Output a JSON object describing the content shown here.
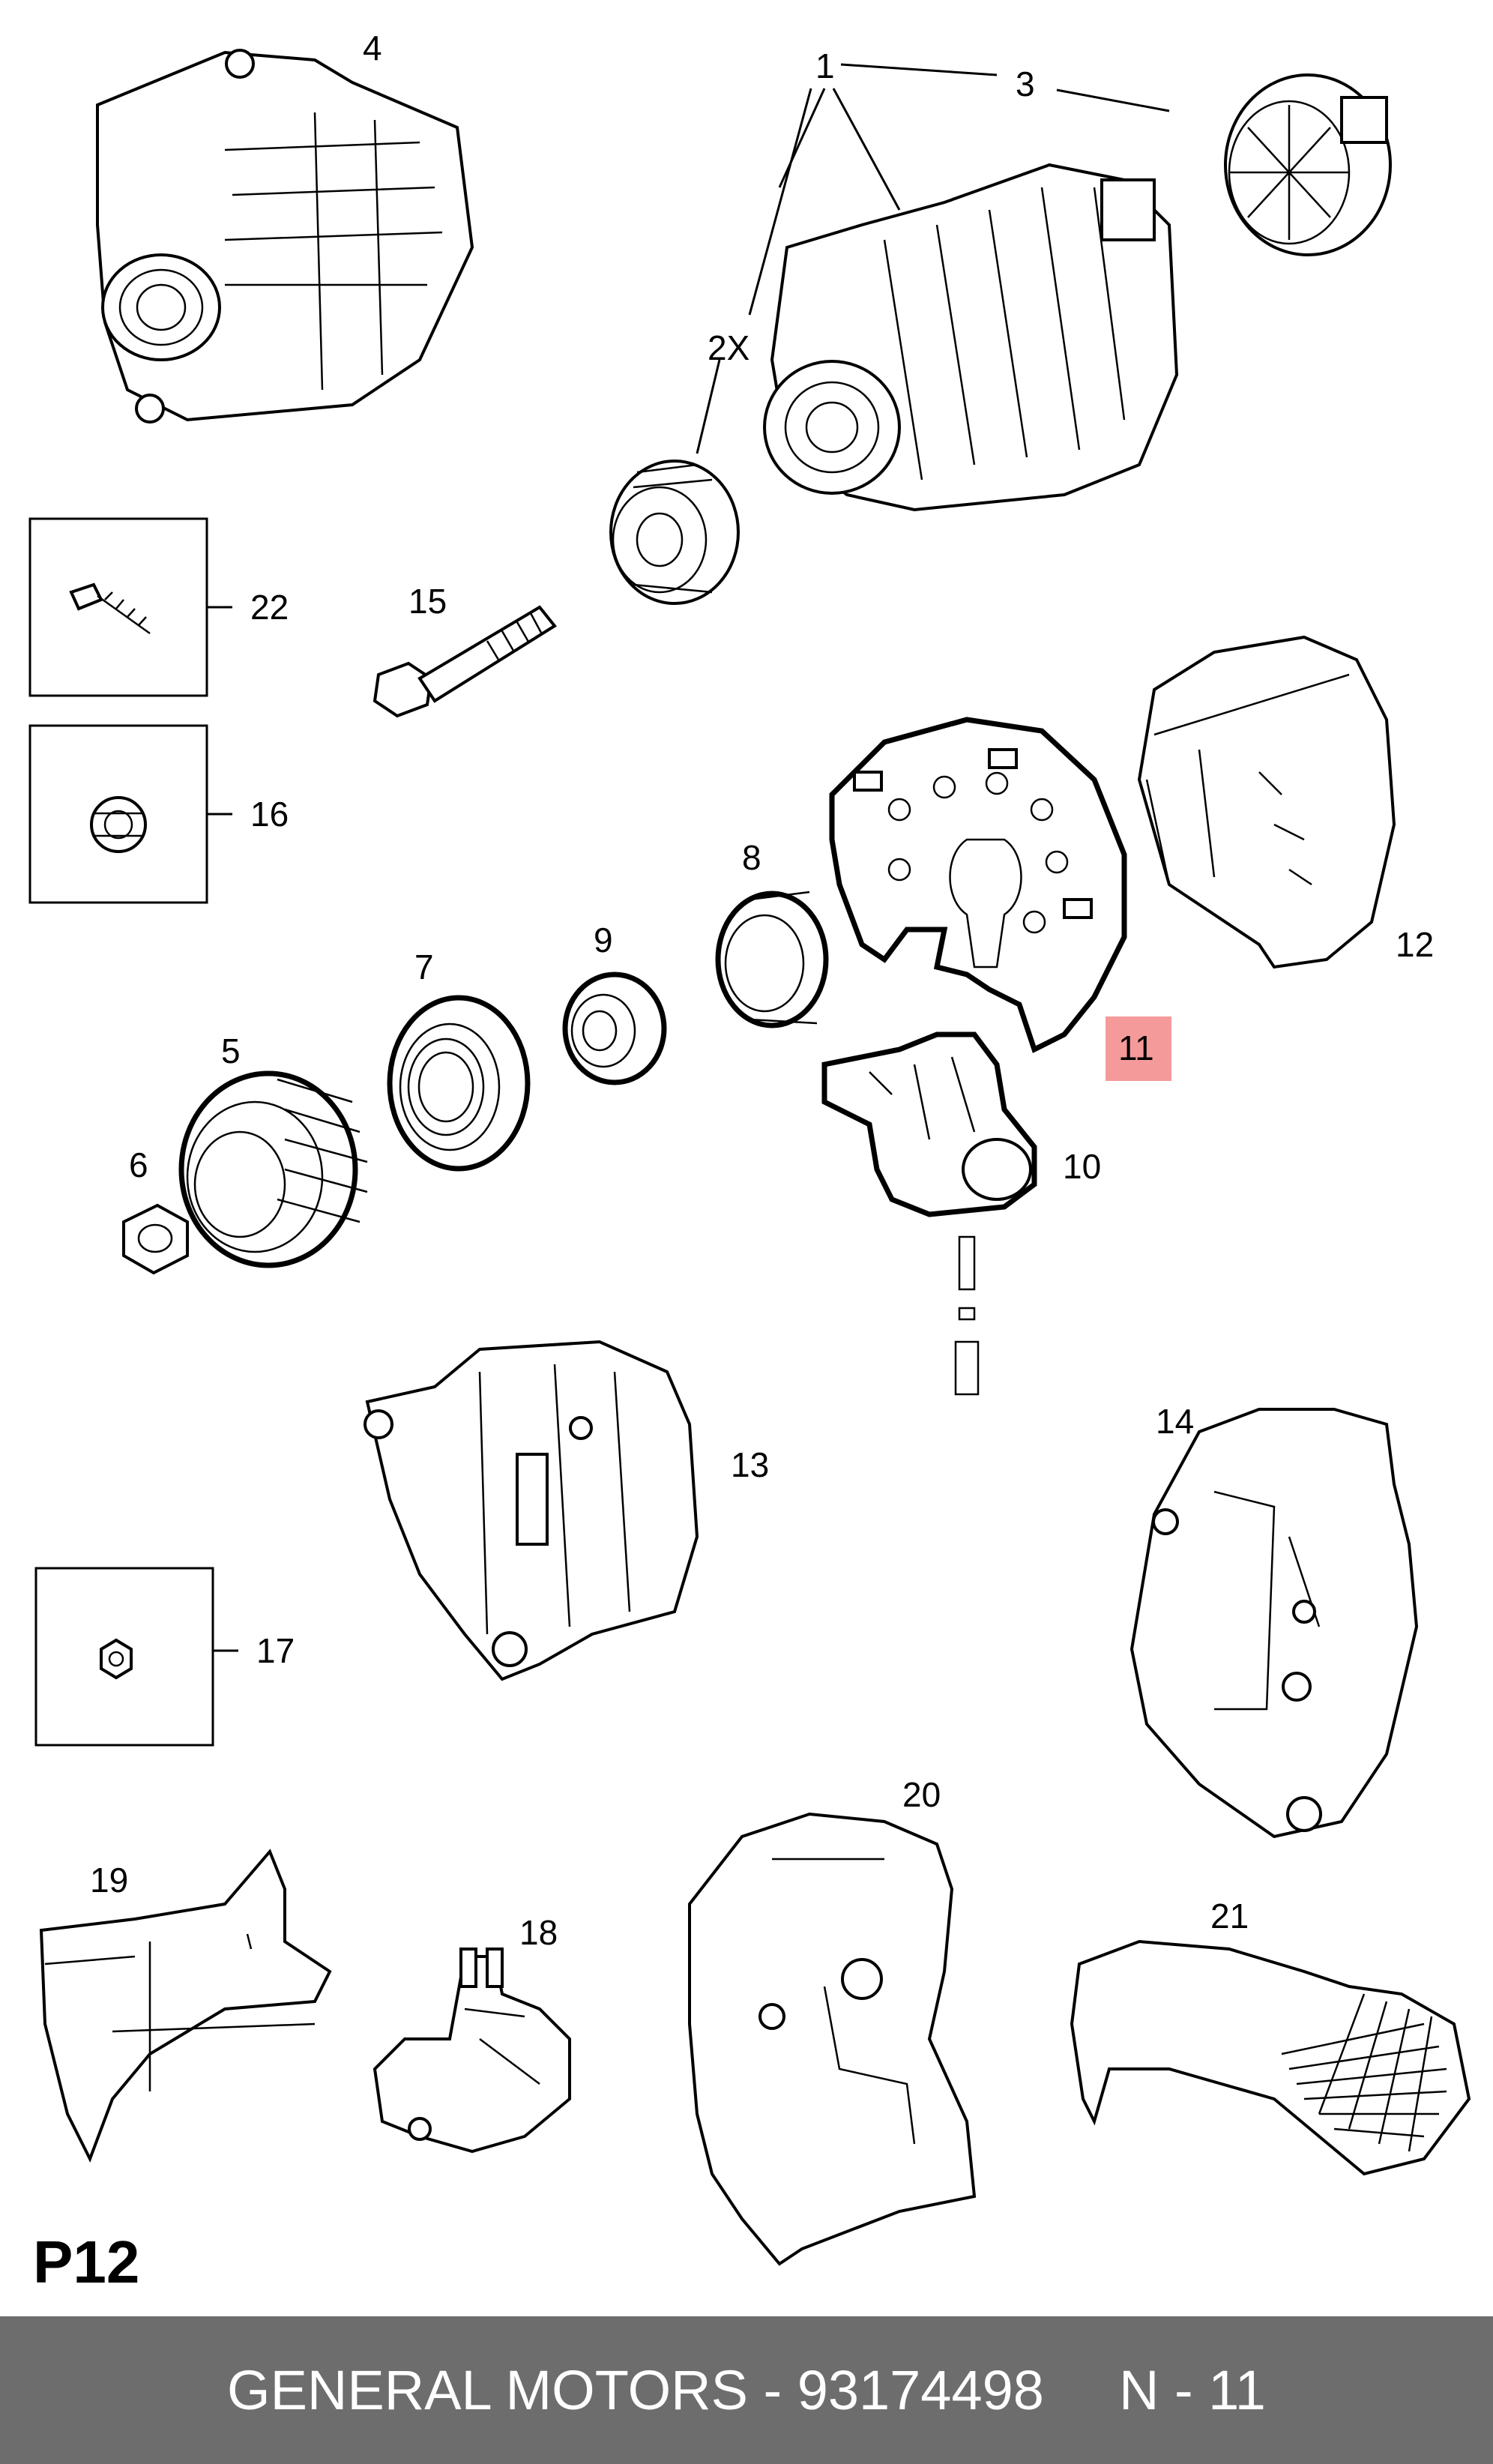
{
  "diagram": {
    "labels": {
      "l1": "1",
      "l2x": "2X",
      "l3": "3",
      "l4": "4",
      "l5": "5",
      "l6": "6",
      "l7": "7",
      "l8": "8",
      "l9": "9",
      "l10": "10",
      "l11": "11",
      "l12": "12",
      "l13": "13",
      "l14": "14",
      "l15": "15",
      "l16": "16",
      "l17": "17",
      "l18": "18",
      "l19": "19",
      "l20": "20",
      "l21": "21",
      "l22": "22"
    },
    "highlight_color": "#f59a9a",
    "page_code": "P12"
  },
  "footer": {
    "brand": "GENERAL MOTORS",
    "separator": " - ",
    "part_number": "93174498",
    "position_label": "N - 11",
    "background": "#6d6d6d"
  }
}
